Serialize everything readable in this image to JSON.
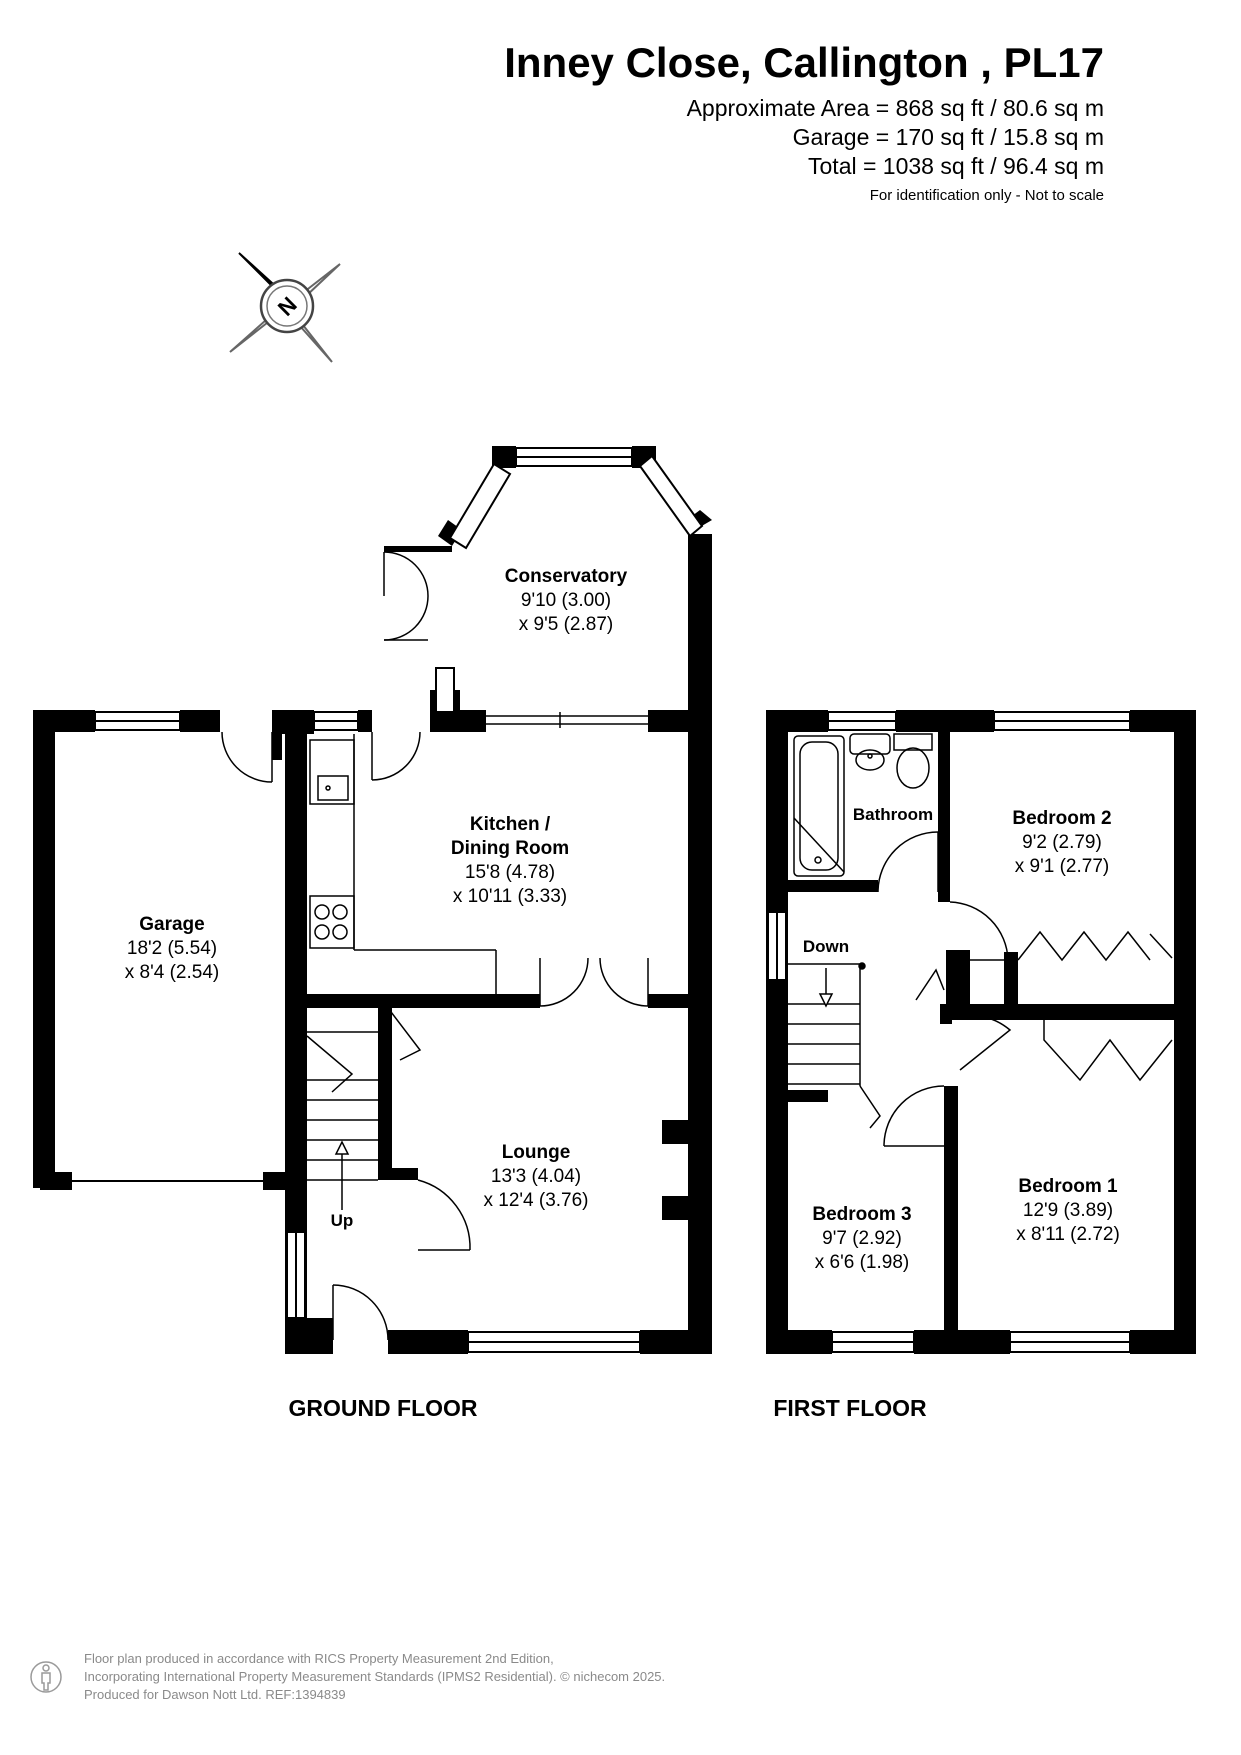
{
  "header": {
    "title": "Inney Close, Callington , PL17",
    "areas": [
      "Approximate Area = 868 sq ft / 80.6 sq m",
      "Garage = 170 sq ft / 15.8 sq m",
      "Total = 1038 sq ft / 96.4 sq m"
    ],
    "note": "For identification only - Not to scale"
  },
  "compass": {
    "letter": "N",
    "icon": "north-compass-icon"
  },
  "ground_floor": {
    "label": "GROUND FLOOR",
    "rooms": {
      "conservatory": {
        "name": "Conservatory",
        "dim1": "9'10 (3.00)",
        "dim2": "x 9'5 (2.87)"
      },
      "kitchen": {
        "name1": "Kitchen /",
        "name2": "Dining Room",
        "dim1": "15'8 (4.78)",
        "dim2": "x 10'11 (3.33)"
      },
      "garage": {
        "name": "Garage",
        "dim1": "18'2 (5.54)",
        "dim2": "x 8'4 (2.54)"
      },
      "lounge": {
        "name": "Lounge",
        "dim1": "13'3 (4.04)",
        "dim2": "x 12'4 (3.76)"
      }
    },
    "stairs_label": "Up"
  },
  "first_floor": {
    "label": "FIRST FLOOR",
    "rooms": {
      "bathroom": {
        "name": "Bathroom"
      },
      "bedroom2": {
        "name": "Bedroom 2",
        "dim1": "9'2 (2.79)",
        "dim2": "x 9'1 (2.77)"
      },
      "bedroom1": {
        "name": "Bedroom 1",
        "dim1": "12'9 (3.89)",
        "dim2": "x 8'11 (2.72)"
      },
      "bedroom3": {
        "name": "Bedroom 3",
        "dim1": "9'7 (2.92)",
        "dim2": "x 6'6 (1.98)"
      }
    },
    "stairs_label": "Down"
  },
  "footer": {
    "lines": [
      "Floor plan produced in accordance with RICS Property Measurement 2nd Edition,",
      "Incorporating International Property Measurement Standards (IPMS2 Residential).  © nichecom 2025.",
      "Produced for Dawson Nott Ltd.   REF:1394839"
    ]
  }
}
